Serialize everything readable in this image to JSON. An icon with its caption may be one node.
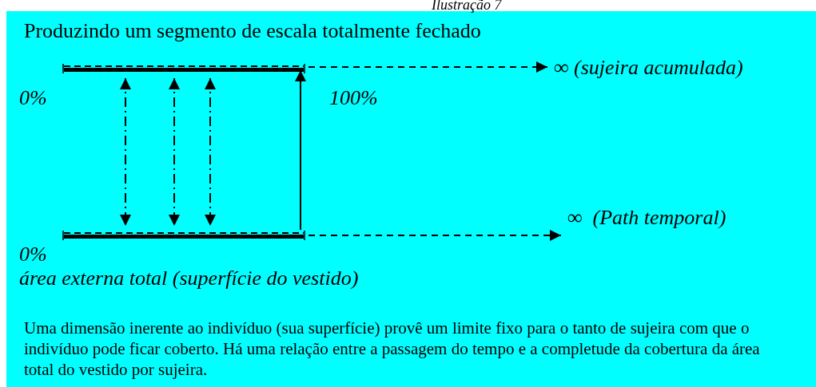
{
  "diagram": {
    "title": "Produzindo um segmento de escala totalmente fechado",
    "nodes": [
      {
        "text": [],
        "shape": "bar",
        "beside": [
          "0%",
          "100%"
        ]
      },
      {
        "text": [
          "∞ (sujeira acumulada)"
        ]
      },
      {
        "text": [],
        "shape": "bar",
        "beside": [
          "0%"
        ]
      },
      {
        "text": [
          "∞  (Path temporal)"
        ]
      }
    ],
    "edges": [
      {
        "from": 0,
        "to": 1,
        "arrow": "to",
        "style": "dashed"
      },
      {
        "from": 0,
        "to": 2,
        "arrow": "both",
        "style": "dashed"
      },
      {
        "from": 0,
        "to": 2,
        "arrow": "both",
        "style": "dashed"
      },
      {
        "from": 0,
        "to": 2,
        "arrow": "both",
        "style": "dashed"
      },
      {
        "from": 2,
        "to": 0,
        "arrow": "to"
      },
      {
        "from": 2,
        "to": 3,
        "arrow": "to",
        "style": "dashed"
      }
    ],
    "labels": [
      "Ilustração 7",
      "área externa total (superfície do vestido)",
      "Uma dimensão inerente ao indivíduo (sua superfície) provê um limite fixo para o tanto de sujeira com que o indivíduo pode ficar coberto. Há uma relação entre a passagem do tempo e a completude da cobertura da área total do vestido por sujeira."
    ]
  }
}
